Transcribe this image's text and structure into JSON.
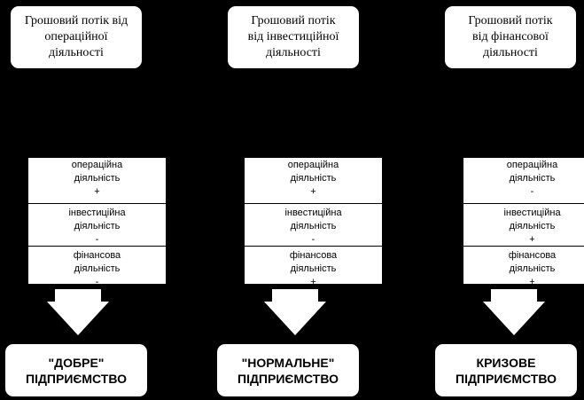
{
  "headers": [
    [
      "Грошовий потік від",
      "операційної",
      "діяльності"
    ],
    [
      "Грошовий потік",
      "від інвестиційної",
      "діяльності"
    ],
    [
      "Грошовий потік",
      "від фінансової",
      "діяльності"
    ]
  ],
  "stacks": [
    {
      "cells": [
        {
          "name": "операційна",
          "word": "діяльність",
          "sign": "+"
        },
        {
          "name": "інвестиційна",
          "word": "діяльність",
          "sign": "-"
        },
        {
          "name": "фінансова",
          "word": "діяльність",
          "sign": "-"
        }
      ]
    },
    {
      "cells": [
        {
          "name": "операційна",
          "word": "діяльність",
          "sign": "+"
        },
        {
          "name": "інвестиційна",
          "word": "діяльність",
          "sign": "-"
        },
        {
          "name": "фінансова",
          "word": "діяльність",
          "sign": "+"
        }
      ]
    },
    {
      "cells": [
        {
          "name": "операційна",
          "word": "діяльність",
          "sign": "-"
        },
        {
          "name": "інвестиційна",
          "word": "діяльність",
          "sign": "+"
        },
        {
          "name": "фінансова",
          "word": "діяльність",
          "sign": "+"
        }
      ]
    }
  ],
  "results": [
    [
      "\"ДОБРЕ\"",
      "ПІДПРИЄМСТВО"
    ],
    [
      "\"НОРМАЛЬНЕ\"",
      "ПІДПРИЄМСТВО"
    ],
    [
      "КРИЗОВЕ",
      "ПІДПРИЄМСТВО"
    ]
  ],
  "colors": {
    "background": "#000000",
    "box": "#ffffff",
    "text": "#000000"
  }
}
